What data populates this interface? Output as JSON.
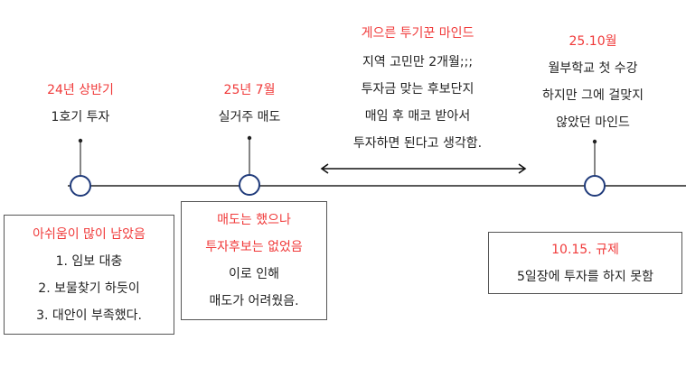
{
  "colors": {
    "accent": "#f03a3a",
    "node": "#1f3a7a",
    "line": "#222222"
  },
  "events": [
    {
      "date": "24년 상반기",
      "desc": [
        "1호기 투자"
      ]
    },
    {
      "date": "25년 7월",
      "desc": [
        "실거주 매도"
      ]
    },
    {
      "date": "25.10월",
      "desc": [
        "월부학교 첫 수강",
        "하지만 그에 걸맞지",
        "않았던 마인드"
      ]
    }
  ],
  "span_note": {
    "title": "게으른 투기꾼 마인드",
    "lines": [
      "지역 고민만 2개월;;;",
      "투자금 맞는 후보단지",
      "매임 후 매코 받아서",
      "투자하면 된다고 생각함."
    ]
  },
  "boxes": [
    {
      "title": [
        "아쉬움이 많이 남았음"
      ],
      "lines": [
        "1. 임보 대충",
        "2. 보물찾기 하듯이",
        "3. 대안이 부족했다."
      ]
    },
    {
      "title": [
        "매도는 했으나",
        "투자후보는 없었음"
      ],
      "lines": [
        "이로 인해",
        "매도가 어려웠음."
      ]
    },
    {
      "title": [
        "10.15. 규제"
      ],
      "lines": [
        "5일장에 투자를 하지 못함"
      ]
    }
  ]
}
